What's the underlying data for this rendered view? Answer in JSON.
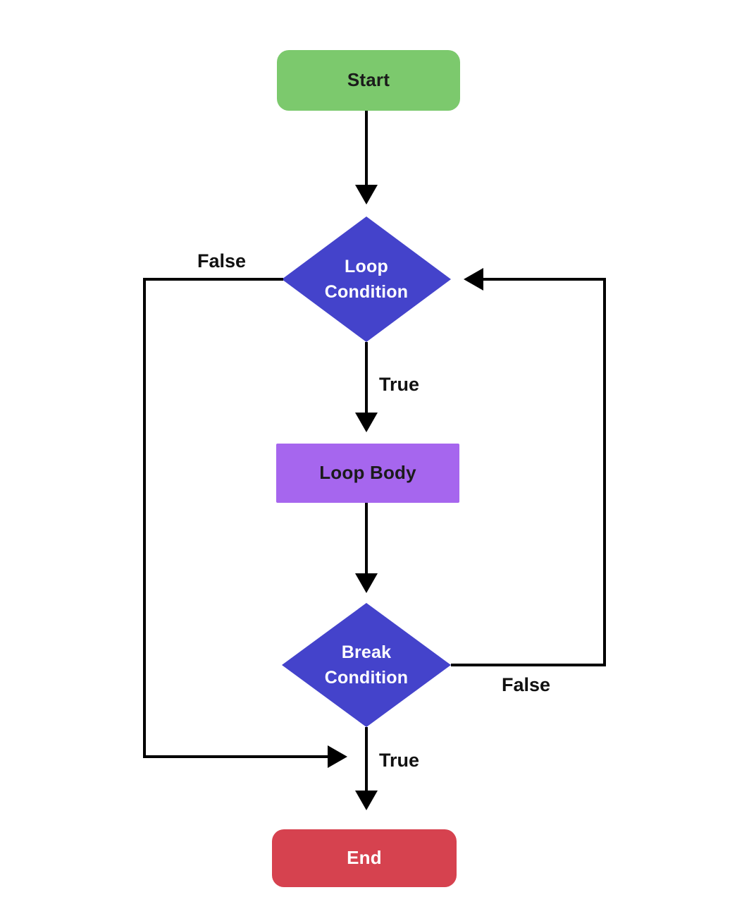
{
  "diagram": {
    "type": "flowchart",
    "nodes": {
      "start": {
        "label": "Start",
        "shape": "rounded-rect",
        "fill": "#7CC96D",
        "text_color": "#1B1B1B"
      },
      "loop_condition": {
        "label": "Loop\nCondition",
        "shape": "diamond",
        "fill": "#4443CB",
        "text_color": "#FFFFFF"
      },
      "loop_body": {
        "label": "Loop Body",
        "shape": "rect",
        "fill": "#A666EE",
        "text_color": "#1B1B1B"
      },
      "break_condition": {
        "label": "Break\nCondition",
        "shape": "diamond",
        "fill": "#4443CB",
        "text_color": "#FFFFFF"
      },
      "end": {
        "label": "End",
        "shape": "rounded-rect",
        "fill": "#D6424F",
        "text_color": "#FFFFFF"
      }
    },
    "edges": [
      {
        "from": "start",
        "to": "loop_condition",
        "label": ""
      },
      {
        "from": "loop_condition",
        "to": "loop_body",
        "label": "True"
      },
      {
        "from": "loop_body",
        "to": "break_condition",
        "label": ""
      },
      {
        "from": "break_condition",
        "to": "end",
        "label": "True"
      },
      {
        "from": "loop_condition",
        "to": "end",
        "label": "False"
      },
      {
        "from": "break_condition",
        "to": "loop_condition",
        "label": "False"
      }
    ],
    "colors": {
      "line": "#000000",
      "background": "#FFFFFF",
      "start_fill": "#7CC96D",
      "condition_fill": "#4443CB",
      "body_fill": "#A666EE",
      "end_fill": "#D6424F"
    }
  }
}
